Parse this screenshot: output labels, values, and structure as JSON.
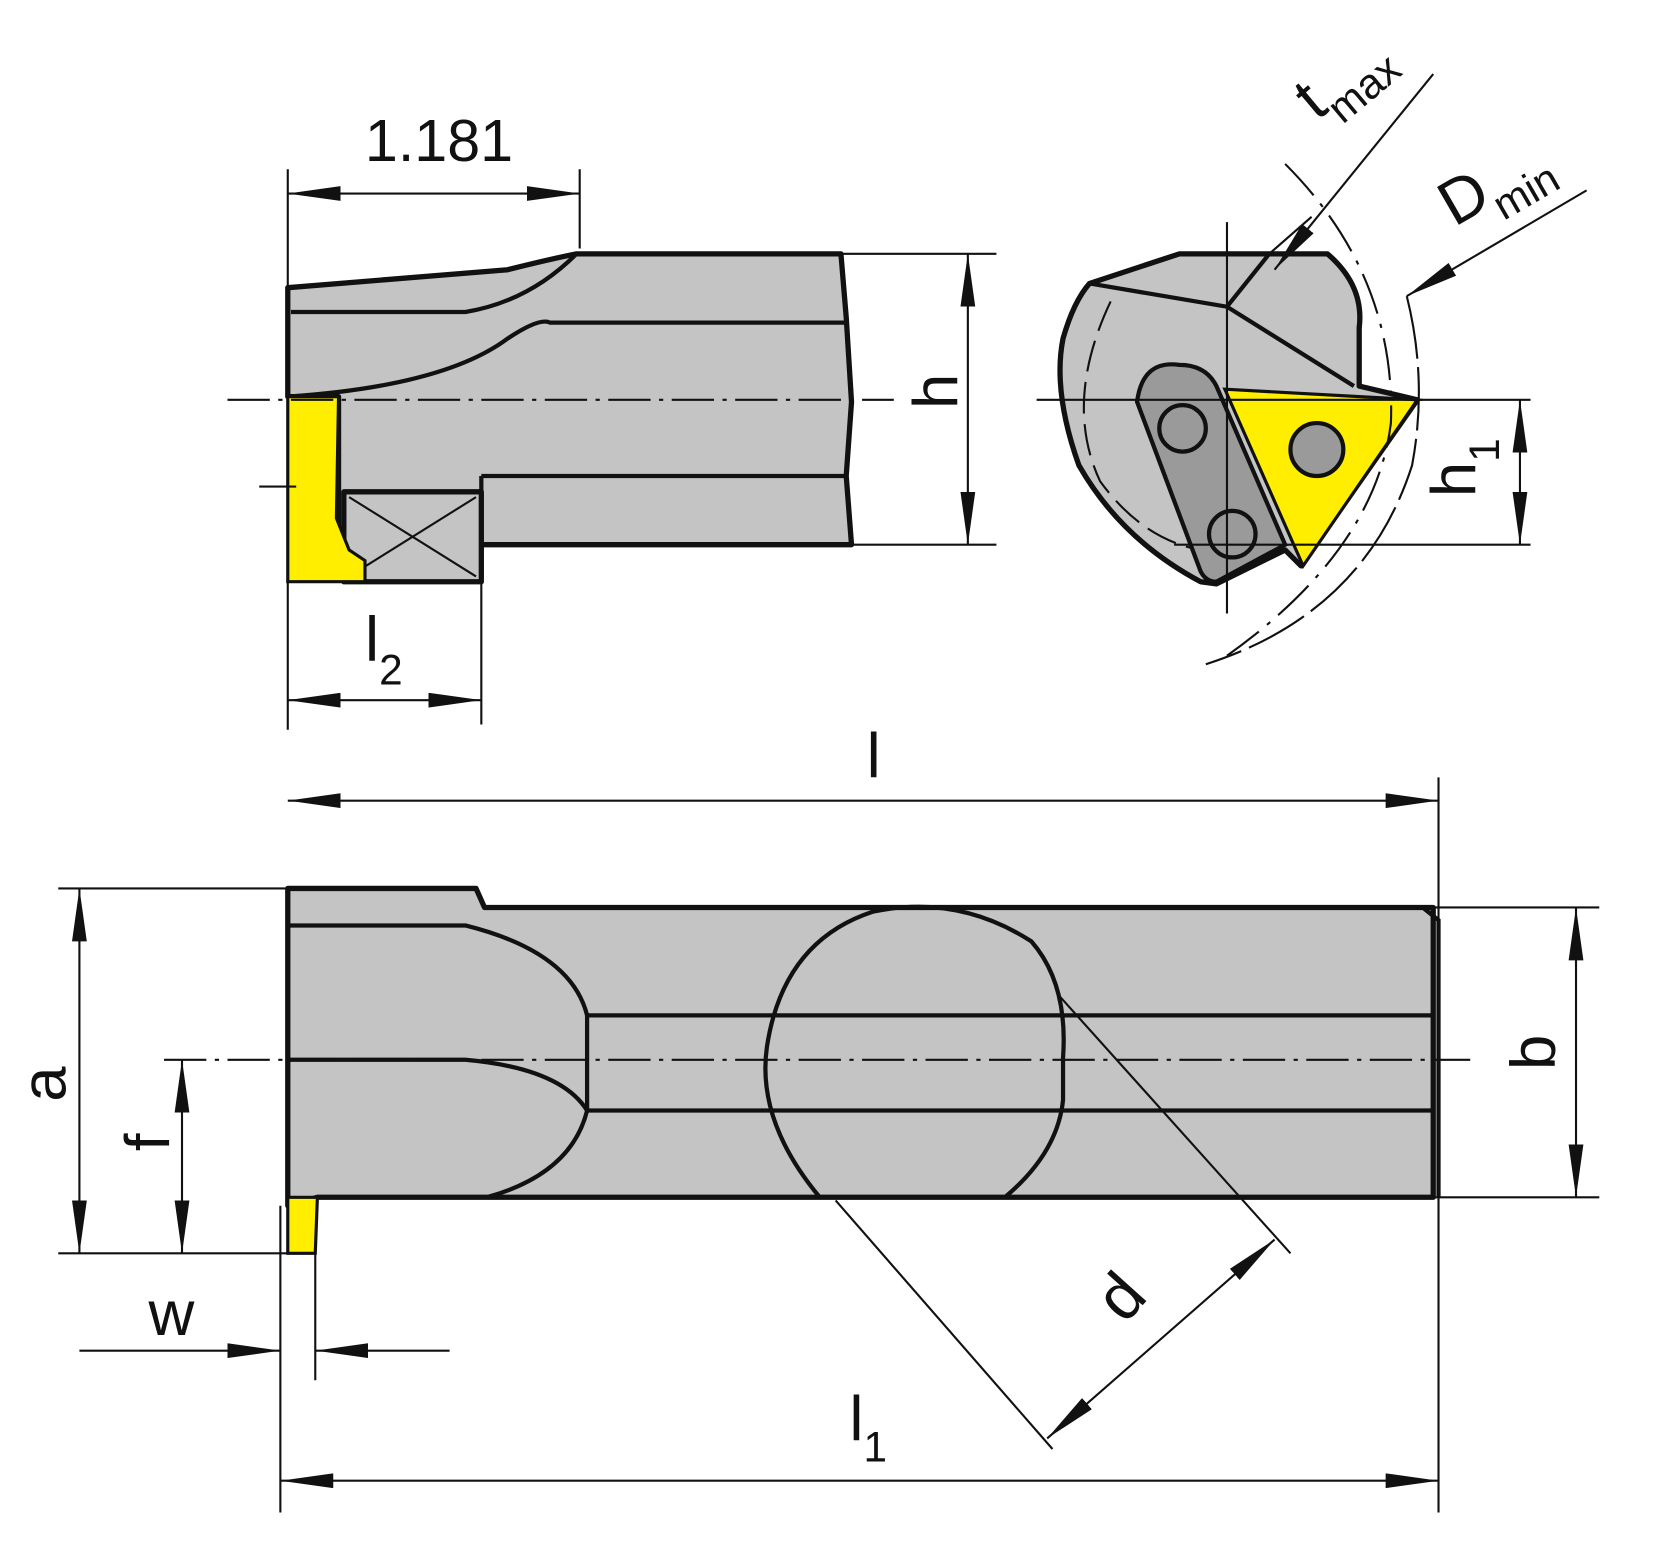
{
  "title": "Threading boring bar dimensional drawing",
  "colors": {
    "body": "#c4c4c4",
    "insert": "#ffee00",
    "clamp": "#9a9a9a"
  },
  "labels": {
    "width_1181": "1.181",
    "h": "h",
    "l2": {
      "main": "l",
      "sub": "2"
    },
    "tmax": {
      "main": "t",
      "sub": "max"
    },
    "dmin": {
      "main": "D",
      "sub": "min"
    },
    "h1": {
      "main": "h",
      "sub": "1"
    },
    "l": "l",
    "a": "a",
    "f": "f",
    "b": "b",
    "w": "w",
    "d": "d",
    "l1": {
      "main": "l",
      "sub": "1"
    }
  }
}
